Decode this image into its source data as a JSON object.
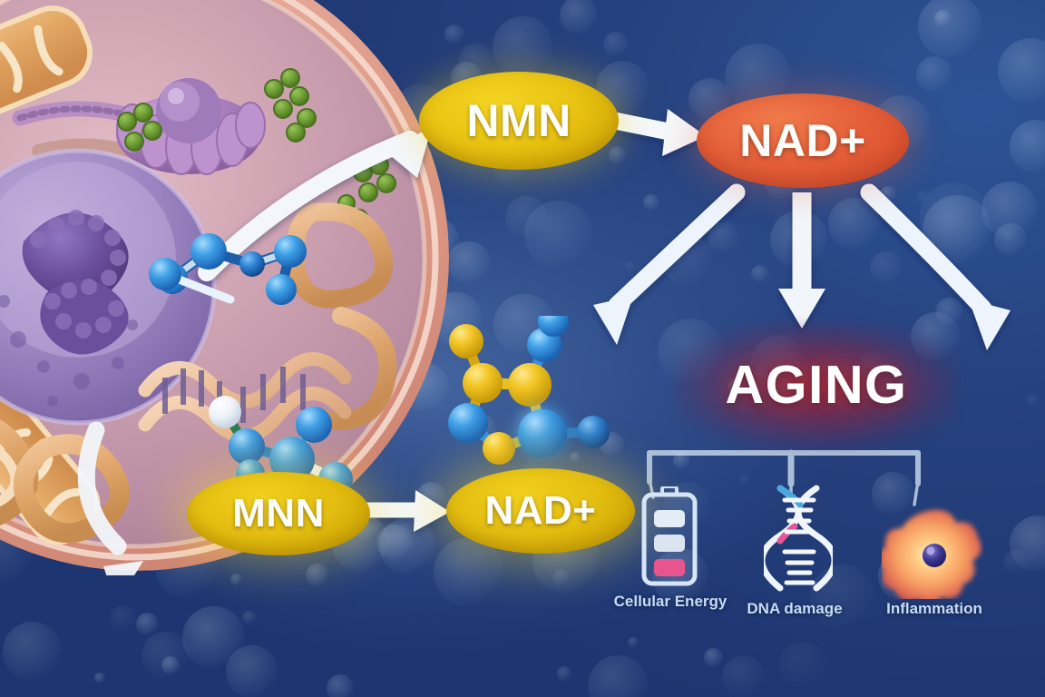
{
  "background": {
    "deep_blue": "#223c74",
    "mid_blue": "#2d5396",
    "center_glow": "#96c8ff"
  },
  "diagram": {
    "title_visible": false,
    "pathway_top": {
      "source_label": "cell",
      "nodes": [
        {
          "id": "nmn-top",
          "label": "NMN",
          "color": "#e9c312",
          "shape": "ellipse"
        },
        {
          "id": "nad-top",
          "label": "NAD+",
          "color": "#e5603a",
          "shape": "ellipse"
        }
      ]
    },
    "pathway_bottom": {
      "nodes": [
        {
          "id": "mnn-bottom",
          "label": "MNN",
          "color": "#e3bd10",
          "shape": "ellipse"
        },
        {
          "id": "nad-bottom",
          "label": "NAD+",
          "color": "#e3bd10",
          "shape": "ellipse"
        }
      ]
    },
    "aging": {
      "label": "AGING",
      "glow_color": "#cd1e28",
      "text_color": "#ffffff"
    },
    "outcomes": [
      {
        "id": "cellular-energy",
        "label": "Cellular Energy",
        "icon": "battery-icon",
        "accent": "#e8548a"
      },
      {
        "id": "dna-damage",
        "label": "DNA damage",
        "icon": "dna-helix-icon",
        "accent": "#4aa8e0"
      },
      {
        "id": "inflammation",
        "label": "Inflammation",
        "icon": "inflamed-cell-icon",
        "accent": "#f6954a"
      }
    ],
    "arrows": [
      {
        "id": "arrow-cell-to-nmn",
        "from": "cell",
        "to": "nmn-top",
        "style": "curved"
      },
      {
        "id": "arrow-nmn-to-nad",
        "from": "nmn-top",
        "to": "nad-top",
        "style": "straight"
      },
      {
        "id": "arrow-cell-interior-down",
        "from": "cell-nucleus",
        "to": "cell-cytosol",
        "style": "curved"
      },
      {
        "id": "arrow-nad-to-left",
        "from": "nad-top",
        "to": "molecule",
        "style": "curved"
      },
      {
        "id": "arrow-nad-to-aging",
        "from": "nad-top",
        "to": "aging",
        "style": "straight"
      },
      {
        "id": "arrow-nad-to-right",
        "from": "nad-top",
        "to": "outcomes",
        "style": "curved"
      },
      {
        "id": "arrow-mnn-to-nad-bottom",
        "from": "mnn-bottom",
        "to": "nad-bottom",
        "style": "straight"
      }
    ]
  },
  "cell_illustration": {
    "name": "eukaryotic-cell-cutaway",
    "organelles": [
      {
        "name": "cell-membrane",
        "color": "#e9b4a6"
      },
      {
        "name": "mitochondrion",
        "color": "#e3a262"
      },
      {
        "name": "nucleus",
        "color": "#9b84c4"
      },
      {
        "name": "chromatin",
        "color": "#6f4f9e"
      },
      {
        "name": "golgi-apparatus",
        "color": "#b07fc0"
      },
      {
        "name": "endoplasmic-reticulum",
        "color": "#d8a070"
      },
      {
        "name": "ribosomes",
        "color": "#6f9c3a"
      },
      {
        "name": "dna-strand",
        "color": "#efc9a8"
      },
      {
        "name": "cytoplasm",
        "color": "#cfa4b4"
      }
    ]
  },
  "molecules": [
    {
      "id": "molecule-nucleus-region",
      "atom_colors": [
        "#3a9ae0",
        "#1f63b8"
      ],
      "atom_count": 6
    },
    {
      "id": "molecule-center-nad",
      "atom_colors": [
        "#efc21f",
        "#3a9ae0",
        "#1f63b8"
      ],
      "atom_count": 11
    },
    {
      "id": "molecule-lower-left",
      "atom_colors": [
        "#3a9ae0",
        "#ffffff",
        "#1f63b8"
      ],
      "atom_count": 6
    }
  ],
  "chart_data": {
    "type": "diagram",
    "title": "NMN to NAD+ metabolic pathway and aging outcomes",
    "nodes": [
      "NMN",
      "NAD+",
      "AGING",
      "MNN",
      "NAD+",
      "Cellular Energy",
      "DNA damage",
      "Inflammation"
    ],
    "edges": [
      [
        "cell",
        "NMN"
      ],
      [
        "NMN",
        "NAD+"
      ],
      [
        "NAD+",
        "AGING"
      ],
      [
        "NAD+",
        "molecule"
      ],
      [
        "NAD+",
        "outcomes"
      ],
      [
        "MNN",
        "NAD+"
      ],
      [
        "AGING",
        "Cellular Energy"
      ],
      [
        "AGING",
        "DNA damage"
      ],
      [
        "AGING",
        "Inflammation"
      ]
    ]
  }
}
